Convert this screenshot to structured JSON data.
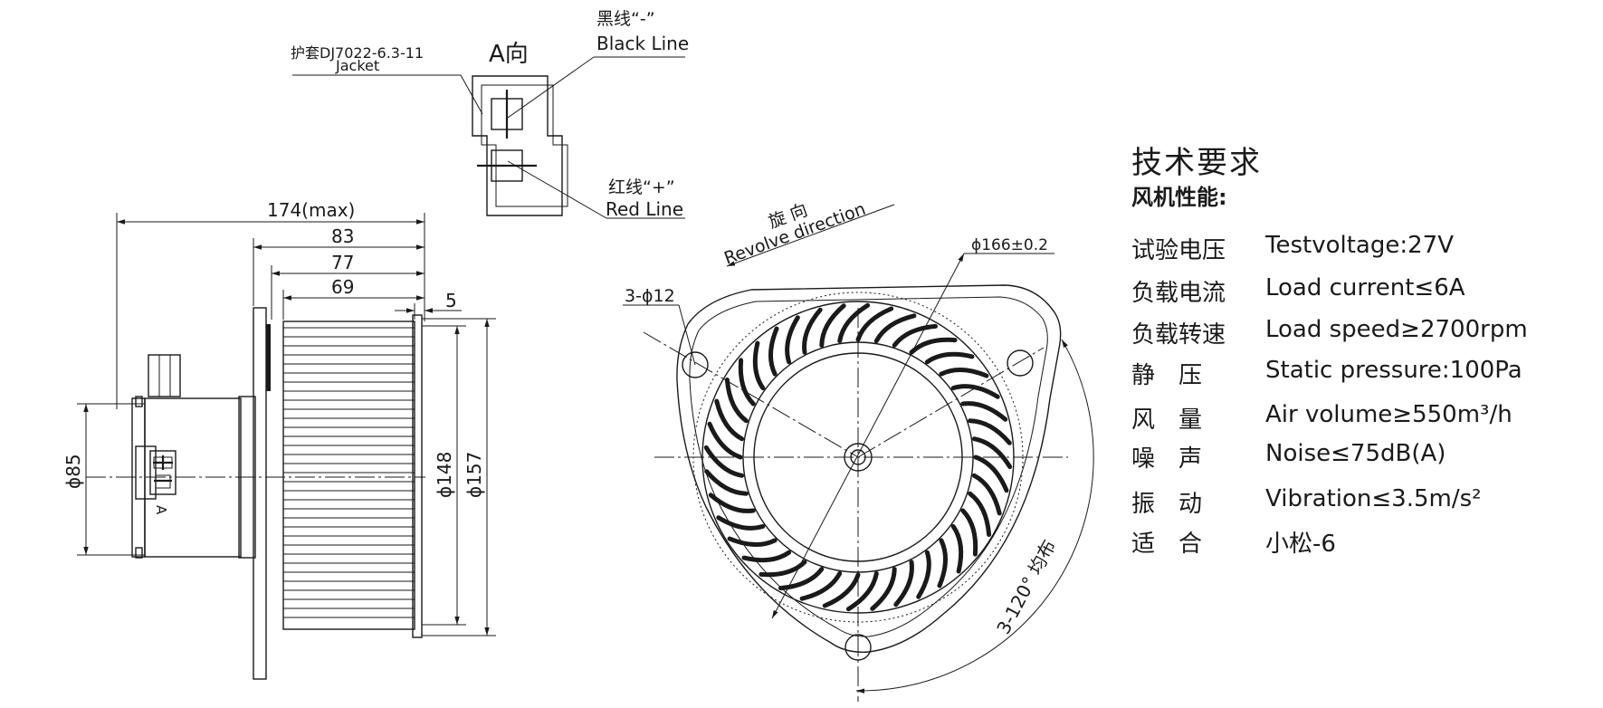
{
  "side_view": {
    "dim_overall": "174(max)",
    "dim_83": "83",
    "dim_77": "77",
    "dim_69": "69",
    "dim_5": "5",
    "dia_85": "ϕ85",
    "dia_148": "ϕ148",
    "dia_157": "ϕ157",
    "marker_a": "A"
  },
  "connector_view": {
    "title": "A向",
    "jacket_cn": "护套DJ7022-6.3-11",
    "jacket_en": "Jacket",
    "black_cn": "黑线“-”",
    "black_en": "Black Line",
    "red_cn": "红线“+”",
    "red_en": "Red Line"
  },
  "front_view": {
    "revolve_cn": "旋 向",
    "revolve_en": "Revolve direction",
    "dia_166": "ϕ166±0.2",
    "holes": "3-ϕ12",
    "angle": "3-120° 均布",
    "blade_count": 40
  },
  "specs": {
    "title": "技术要求",
    "subtitle": "风机性能:",
    "rows": [
      {
        "label": "试验电压",
        "value": "Testvoltage:27V"
      },
      {
        "label": "负载电流",
        "value": "Load current≤6A"
      },
      {
        "label": "负载转速",
        "value": "Load speed≥2700rpm"
      },
      {
        "label": "静　压",
        "value": "Static pressure:100Pa"
      },
      {
        "label": "风　量",
        "value": "Air volume≥550m³/h"
      },
      {
        "label": "噪　声",
        "value": "Noise≤75dB(A)"
      },
      {
        "label": "振　动",
        "value": "Vibration≤3.5m/s²"
      },
      {
        "label": "适　合",
        "value": "小松-6"
      }
    ]
  }
}
